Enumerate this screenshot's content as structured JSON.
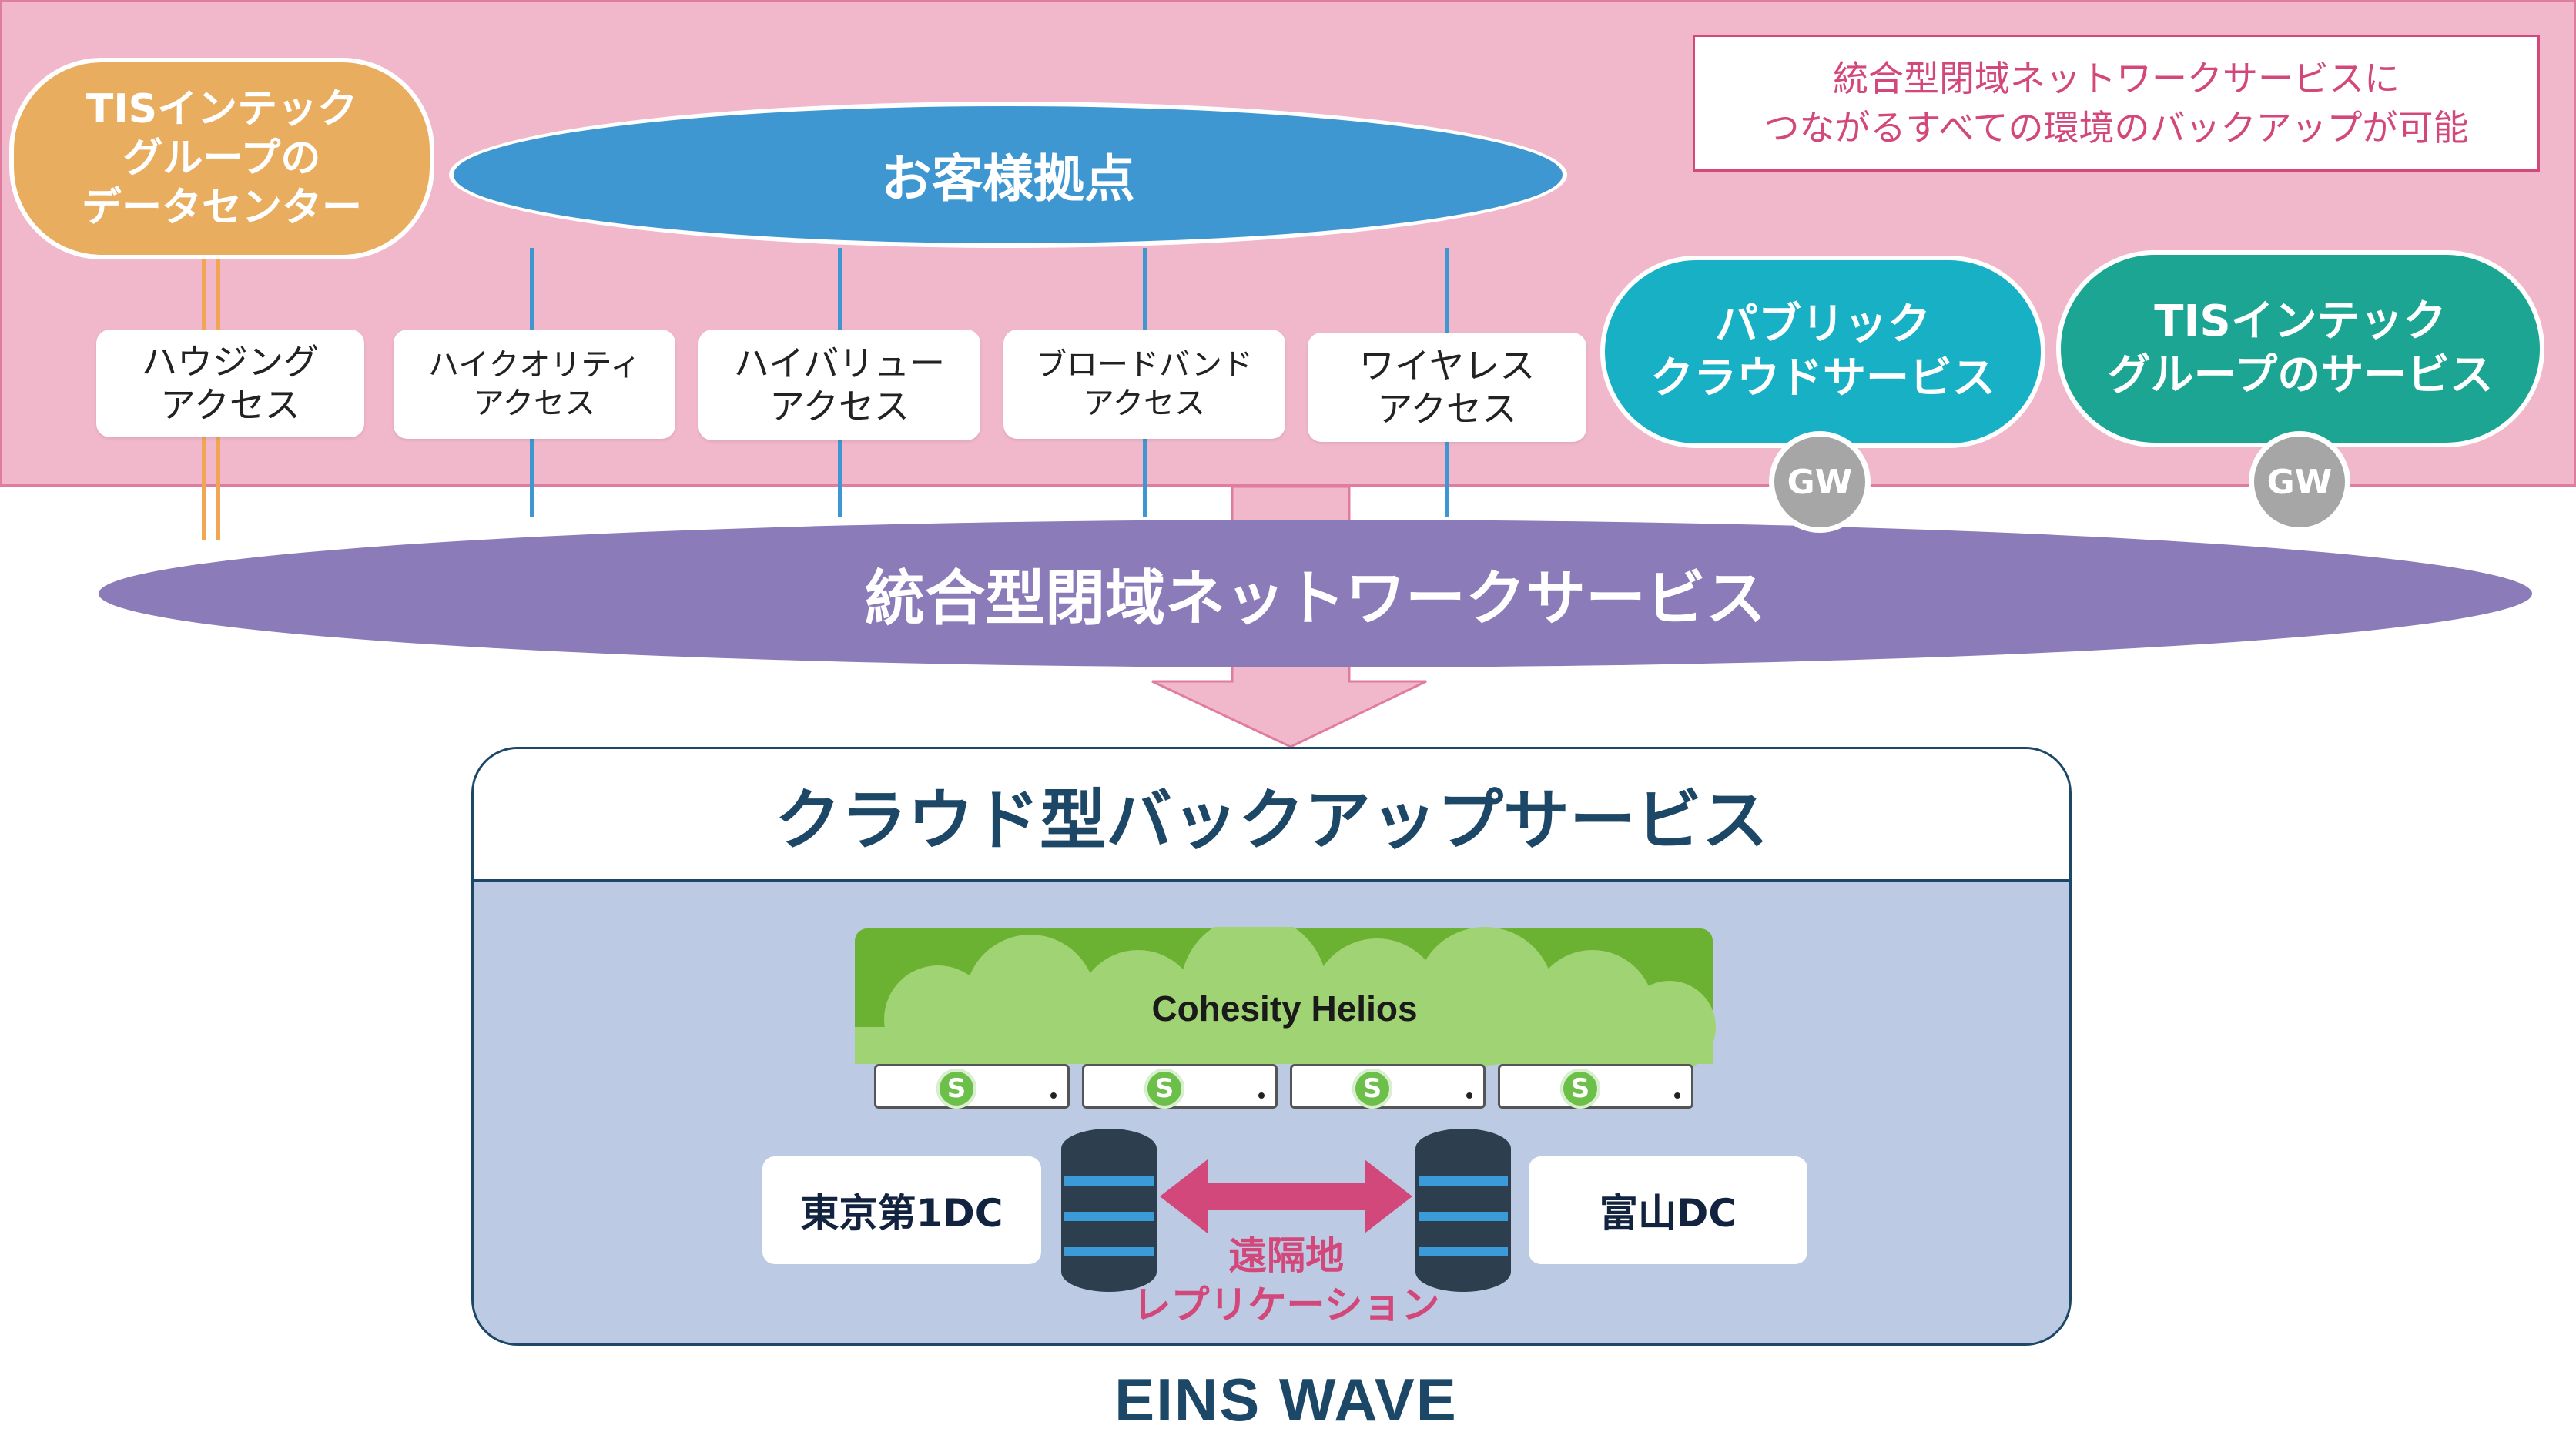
{
  "note": "統合型閉域ネットワークサービスに\nつながるすべての環境のバックアップが可能",
  "tis_datacenter": "TISインテック\nグループの\nデータセンター",
  "customer_sites": "お客様拠点",
  "access": [
    {
      "label": "ハウジング\nアクセス"
    },
    {
      "label": "ハイクオリティ\nアクセス"
    },
    {
      "label": "ハイバリュー\nアクセス"
    },
    {
      "label": "ブロードバンド\nアクセス"
    },
    {
      "label": "ワイヤレス\nアクセス"
    }
  ],
  "public_cloud": "パブリック\nクラウドサービス",
  "tis_services": "TISインテック\nグループのサービス",
  "gw_label": "GW",
  "network_service": "統合型閉域ネットワークサービス",
  "backup_title": "クラウド型バックアップサービス",
  "helios": "Cohesity Helios",
  "drive_badge": "S",
  "dc_tokyo": "東京第1DC",
  "dc_toyama": "富山DC",
  "replication": "遠隔地\nレプリケーション",
  "logo": "EINS WAVE",
  "colors": {
    "pink_bg": "#f1b7cb",
    "orange": "#e8ad5e",
    "blue": "#3f97d2",
    "cyan": "#17b0c5",
    "teal": "#1ba592",
    "purple": "#8b7bb8",
    "backup_bg": "#bccbe3",
    "navy": "#1d4766",
    "magenta": "#d3487a",
    "green": "#8cc665"
  }
}
